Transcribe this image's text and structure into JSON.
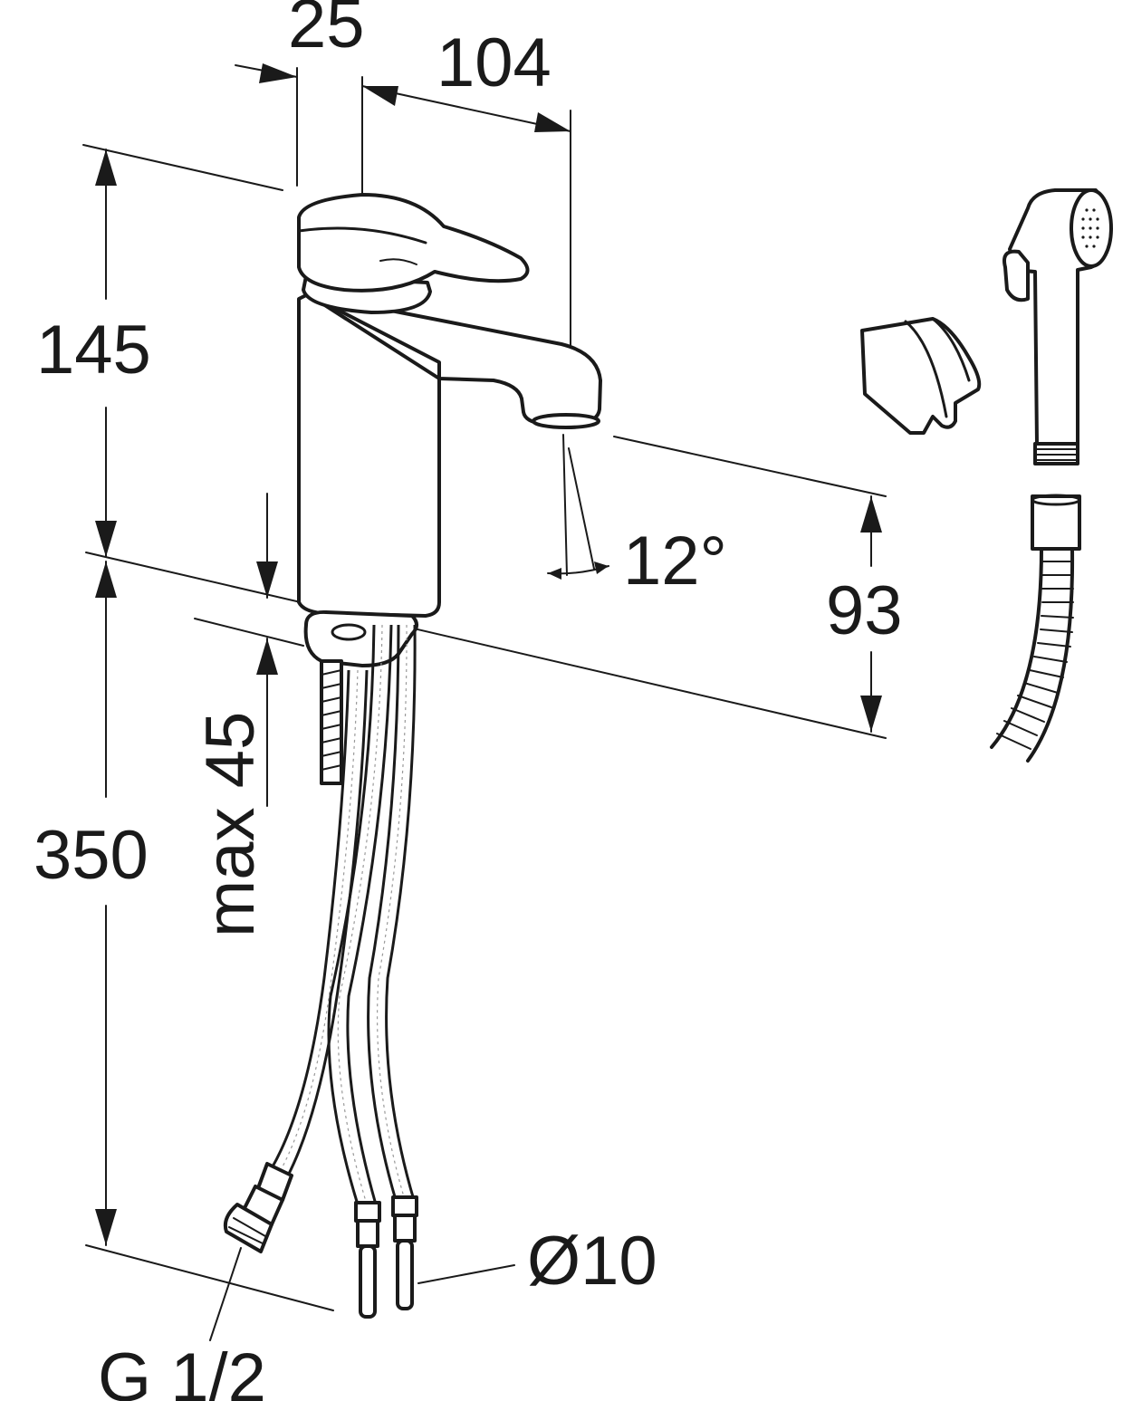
{
  "drawing": {
    "dimensions": {
      "dim_25": "25",
      "dim_104": "104",
      "dim_145": "145",
      "dim_12deg": "12°",
      "dim_93": "93",
      "dim_max45": "max 45",
      "dim_350": "350",
      "dim_o10": "Ø10",
      "dim_g12": "G 1/2"
    },
    "colors": {
      "line": "#1a1a1a",
      "background": "#ffffff"
    }
  }
}
